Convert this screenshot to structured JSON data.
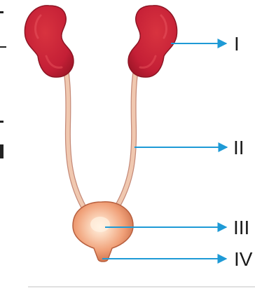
{
  "labels": [
    "I",
    "II",
    "III",
    "IV"
  ],
  "colors": {
    "kidney": "#c41f36",
    "kidney_light": "#d8333f",
    "kidney_dark": "#8e1524",
    "ureter": "#f0c8b0",
    "ureter_outline": "#c58a78",
    "bladder_center": "#fbe0c8",
    "bladder_mid": "#f0a078",
    "bladder_edge": "#c86c48",
    "arrow": "#1e9ad6",
    "edge_marks": "#222222",
    "bottom_rule": "#d6d6d6"
  }
}
